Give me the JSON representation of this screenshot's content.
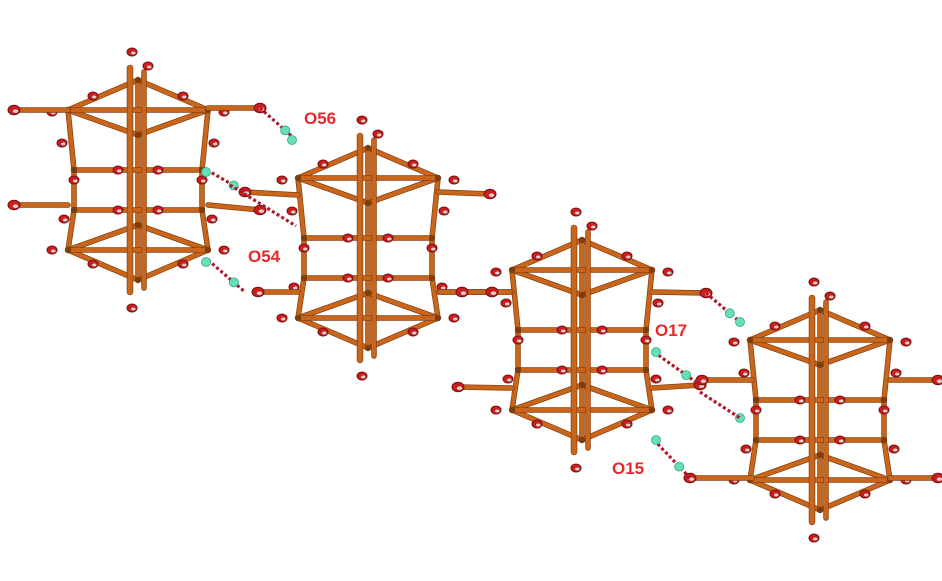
{
  "figure": {
    "colors": {
      "bond": "#c8661c",
      "bond_dark": "#8a4010",
      "oxygen": "#c81e1e",
      "oxygen_dark": "#7a0f0f",
      "hydrogen": "#66e0b6",
      "hbond": "#b0182a",
      "label": "#e8282a",
      "background": "#ffffff"
    },
    "clusters": [
      {
        "id": "cluster-a",
        "variant": "large"
      },
      {
        "id": "cluster-b",
        "variant": "small"
      },
      {
        "id": "cluster-c",
        "variant": "small"
      },
      {
        "id": "cluster-d",
        "variant": "large"
      }
    ],
    "labels": [
      {
        "id": "label-o56",
        "text": "O56"
      },
      {
        "id": "label-o54",
        "text": "O54"
      },
      {
        "id": "label-o17",
        "text": "O17"
      },
      {
        "id": "label-o15",
        "text": "O15"
      }
    ],
    "hbond_count": 8,
    "icons": {
      "atom": "oxygen-atom-icon",
      "proton": "hydrogen-atom-icon"
    }
  }
}
